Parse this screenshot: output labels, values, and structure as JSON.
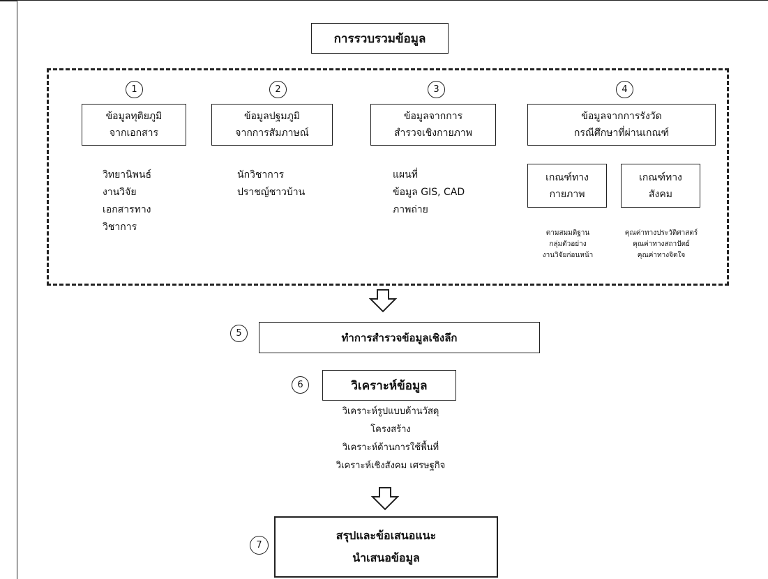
{
  "top_title": "การรวบรวมข้อมูล",
  "columns": [
    {
      "num": "1",
      "box_lines": [
        "ข้อมูลทุติยภูมิ",
        "จากเอกสาร"
      ],
      "items": [
        "วิทยานิพนธ์",
        "งานวิจัย",
        "เอกสารทาง",
        "วิชาการ"
      ]
    },
    {
      "num": "2",
      "box_lines": [
        "ข้อมูลปฐมภูมิ",
        "จากการสัมภาษณ์"
      ],
      "items": [
        "นักวิชาการ",
        "ปราชญ์ชาวบ้าน"
      ]
    },
    {
      "num": "3",
      "box_lines": [
        "ข้อมูลจากการ",
        "สำรวจเชิงกายภาพ"
      ],
      "items": [
        "แผนที่",
        "ข้อมูล GIS, CAD",
        "ภาพถ่าย"
      ]
    },
    {
      "num": "4",
      "box_lines": [
        "ข้อมูลจากการรังวัด",
        "กรณีศึกษาที่ผ่านเกณฑ์"
      ],
      "sub_physical": [
        "เกณฑ์ทาง",
        "กายภาพ"
      ],
      "sub_social": [
        "เกณฑ์ทาง",
        "สังคม"
      ],
      "physical_items": [
        "ตามสมมติฐาน",
        "กลุ่มตัวอย่าง",
        "งานวิจัยก่อนหน้า"
      ],
      "social_items": [
        "คุณค่าทางประวัติศาสตร์",
        "คุณค่าทางสถาปัตย์",
        "คุณค่าทางจิตใจ"
      ]
    }
  ],
  "step5": {
    "num": "5",
    "label": "ทำการสำรวจข้อมูลเชิงลึก"
  },
  "step6": {
    "num": "6",
    "label": "วิเคราะห์ข้อมูล",
    "items": [
      "วิเคราะห์รูปแบบด้านวัสดุ",
      "โครงสร้าง",
      "วิเคราะห์ด้านการใช้พื้นที่",
      "วิเคราะห์เชิงสังคม เศรษฐกิจ"
    ]
  },
  "step7": {
    "num": "7",
    "lines": [
      "สรุปและข้อเสนอแนะ",
      "นำเสนอข้อมูล"
    ]
  }
}
